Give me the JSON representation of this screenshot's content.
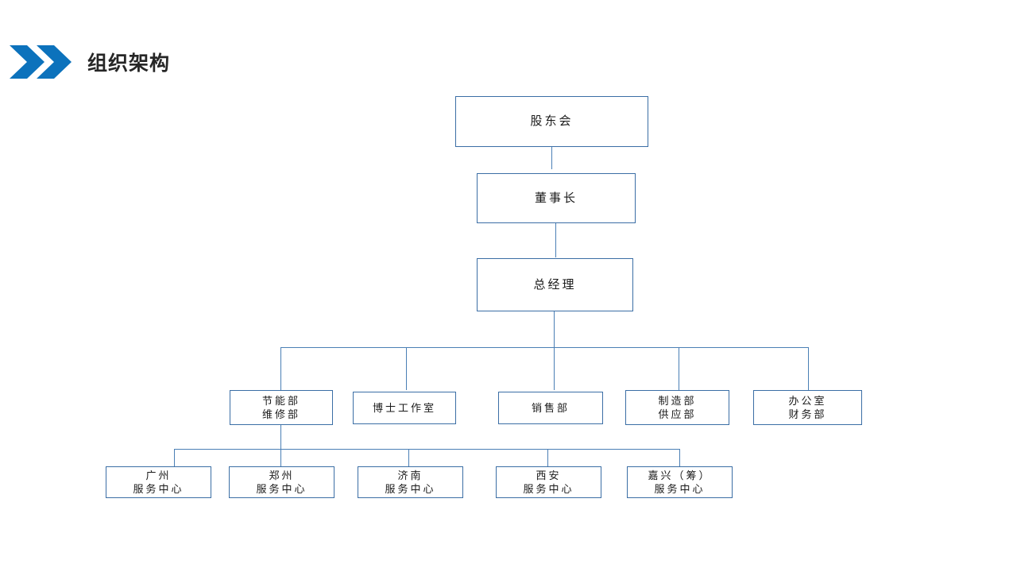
{
  "header": {
    "title": "组织架构",
    "chevron_icon": "double-chevron-right-icon",
    "accent_color": "#0C72BC",
    "title_color": "#262626"
  },
  "theme": {
    "box_border_color": "#3B6EA5",
    "connector_color": "#4A7FB5",
    "background": "#ffffff"
  },
  "chart_data": {
    "type": "diagram",
    "title": "组织架构",
    "orientation": "top-down",
    "levels": [
      {
        "level": 1,
        "nodes": [
          {
            "id": "shareholders",
            "lines": [
              "股东会"
            ]
          }
        ]
      },
      {
        "level": 2,
        "nodes": [
          {
            "id": "chairman",
            "lines": [
              "董事长"
            ]
          }
        ]
      },
      {
        "level": 3,
        "nodes": [
          {
            "id": "general-manager",
            "lines": [
              "总经理"
            ]
          }
        ]
      },
      {
        "level": 4,
        "nodes": [
          {
            "id": "energy-maintenance",
            "lines": [
              "节能部",
              "维修部"
            ]
          },
          {
            "id": "doctoral-studio",
            "lines": [
              "博士工作室"
            ]
          },
          {
            "id": "sales",
            "lines": [
              "销售部"
            ]
          },
          {
            "id": "manufacturing-supply",
            "lines": [
              "制造部",
              "供应部"
            ]
          },
          {
            "id": "office-finance",
            "lines": [
              "办公室",
              "财务部"
            ]
          }
        ]
      },
      {
        "level": 5,
        "nodes": [
          {
            "id": "guangzhou",
            "lines": [
              "广州",
              "服务中心"
            ]
          },
          {
            "id": "zhengzhou",
            "lines": [
              "郑州",
              "服务中心"
            ]
          },
          {
            "id": "jinan",
            "lines": [
              "济南",
              "服务中心"
            ]
          },
          {
            "id": "xian",
            "lines": [
              "西安",
              "服务中心"
            ]
          },
          {
            "id": "jiaxing",
            "lines": [
              "嘉兴（筹）",
              "服务中心"
            ]
          }
        ]
      }
    ],
    "edges": [
      {
        "from": "shareholders",
        "to": "chairman"
      },
      {
        "from": "chairman",
        "to": "general-manager"
      },
      {
        "from": "general-manager",
        "to": "energy-maintenance"
      },
      {
        "from": "general-manager",
        "to": "doctoral-studio"
      },
      {
        "from": "general-manager",
        "to": "sales"
      },
      {
        "from": "general-manager",
        "to": "manufacturing-supply"
      },
      {
        "from": "general-manager",
        "to": "office-finance"
      },
      {
        "from": "energy-maintenance",
        "to": "guangzhou"
      },
      {
        "from": "energy-maintenance",
        "to": "zhengzhou"
      },
      {
        "from": "energy-maintenance",
        "to": "jinan"
      },
      {
        "from": "energy-maintenance",
        "to": "xian"
      },
      {
        "from": "energy-maintenance",
        "to": "jiaxing"
      }
    ]
  }
}
